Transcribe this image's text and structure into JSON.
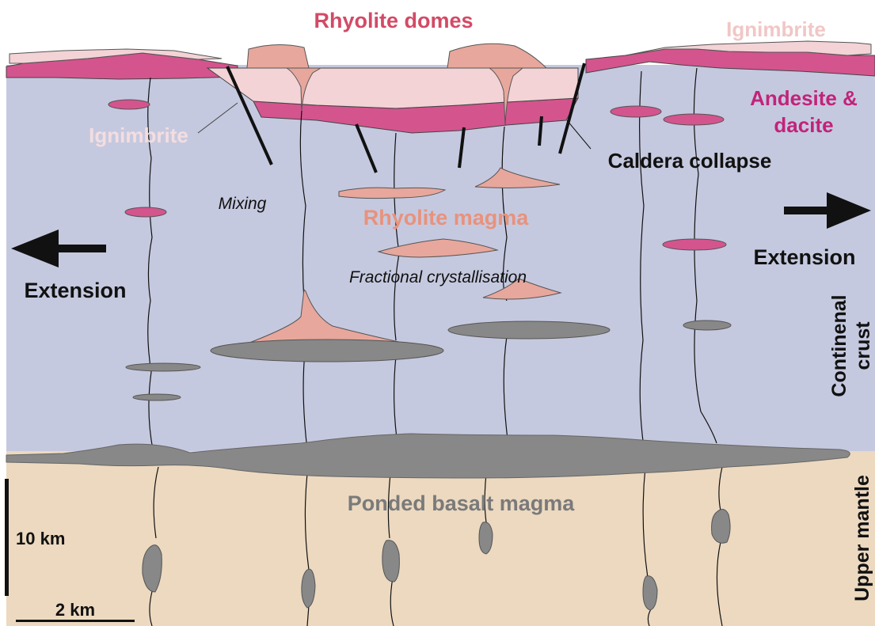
{
  "diagram": {
    "labels": {
      "rhyolite_domes": "Rhyolite domes",
      "ignimbrite_top": "Ignimbrite",
      "ignimbrite_left": "Ignimbrite",
      "andesite_line1": "Andesite &",
      "andesite_line2": "dacite",
      "caldera_collapse": "Caldera collapse",
      "mixing": "Mixing",
      "rhyolite_magma": "Rhyolite magma",
      "fractional_crystallisation": "Fractional crystallisation",
      "extension_left": "Extension",
      "extension_right": "Extension",
      "continental_crust_line1": "Continenal",
      "continental_crust_line2": "crust",
      "upper_mantle": "Upper mantle",
      "ponded_basalt": "Ponded basalt magma",
      "scale_vertical": "10 km",
      "scale_horizontal": "2 km"
    },
    "colors": {
      "crust": "#c5c9df",
      "mantle": "#ecd9c0",
      "andesite": "#d4548e",
      "ignimbrite": "#f3d3d6",
      "rhyolite": "#e8a79c",
      "basalt": "#888888",
      "label_rhyolite_domes": "#d34a66",
      "label_andesite": "#c2237a",
      "label_ignimbrite": "#f2c6c6",
      "label_rhyolite_magma": "#e8927c",
      "label_basalt": "#7a7a7a",
      "label_dark": "#111111"
    }
  }
}
